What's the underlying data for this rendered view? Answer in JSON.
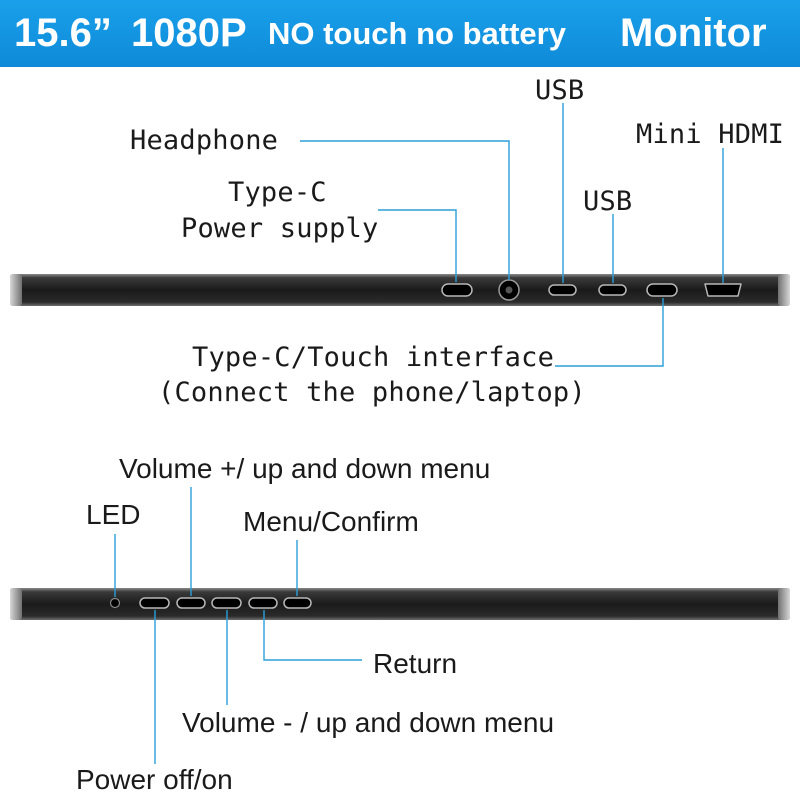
{
  "title": {
    "size": "15.6”",
    "resolution": "1080P",
    "features": "NO touch no battery",
    "product": "Monitor"
  },
  "top_view": {
    "labels": {
      "headphone": "Headphone",
      "typec_power_line1": "Type-C",
      "typec_power_line2": "Power supply",
      "usb_1": "USB",
      "usb_2": "USB",
      "mini_hdmi": "Mini HDMI",
      "typec_touch_line1": "Type-C/Touch interface",
      "typec_touch_line2": "(Connect the phone/laptop)"
    }
  },
  "bottom_view": {
    "labels": {
      "volume_up": "Volume +/ up and down menu",
      "led": "LED",
      "menu_confirm": "Menu/Confirm",
      "return": "Return",
      "volume_down": "Volume - / up and down menu",
      "power": "Power off/on"
    }
  },
  "colors": {
    "banner": "#1596e2",
    "leader_line": "#2a9fd8",
    "panel": "#1c1c1c"
  }
}
